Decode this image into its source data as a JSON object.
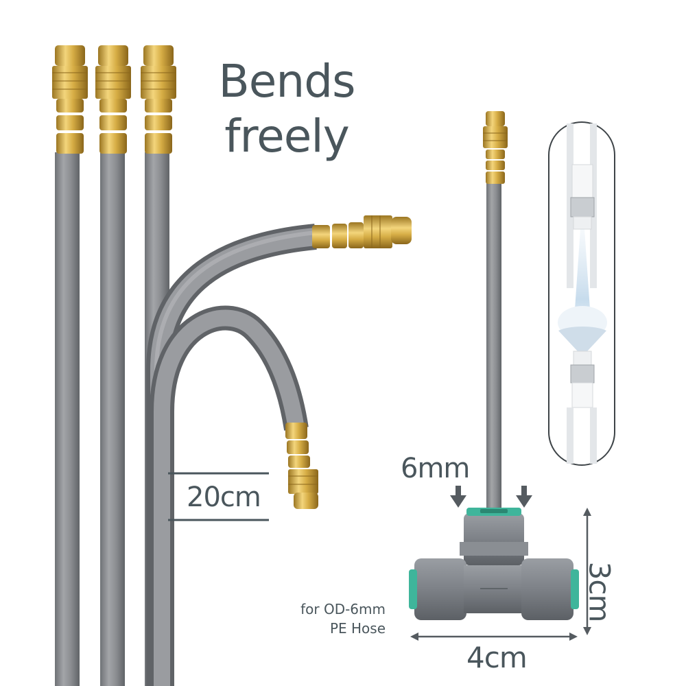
{
  "headline": {
    "line1": "Bends",
    "line2": "freely"
  },
  "labels": {
    "length": "20cm",
    "hole_size": "6mm",
    "width": "4cm",
    "height": "3cm",
    "hose_note_line1": "for OD-6mm",
    "hose_note_line2": "PE Hose"
  },
  "colors": {
    "text": "#4a565c",
    "hose": "#8d8f93",
    "brass": "#d8b04a",
    "connector_body": "#7c8085",
    "seal": "#3fb59b",
    "arrow": "#555b60"
  }
}
